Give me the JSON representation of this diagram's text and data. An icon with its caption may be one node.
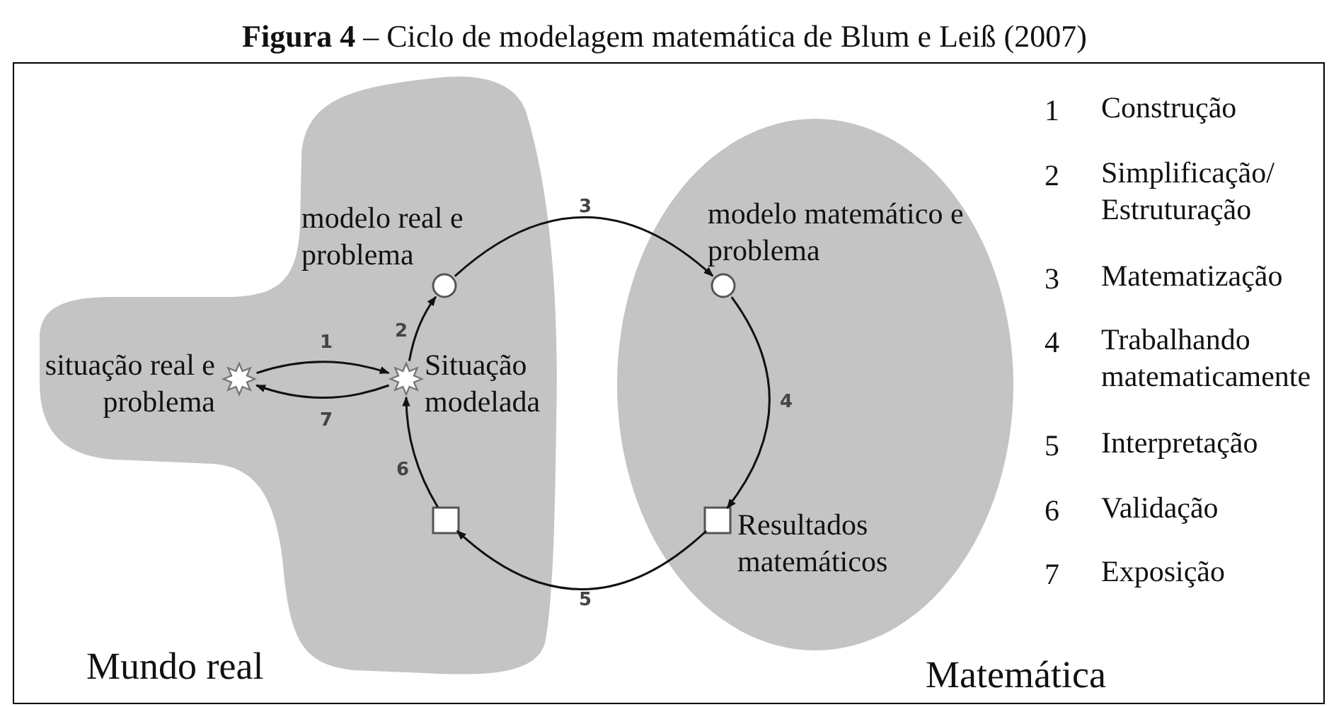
{
  "diagram": {
    "title": "**Figura 4** – Ciclo de modelagem matemática de Blum e Leiß (2007)",
    "nodes": [
      {
        "text": [
          "Mundo real"
        ]
      },
      {
        "text": [
          "Matemática"
        ]
      },
      {
        "text": [],
        "shape": "star",
        "in": 0,
        "beside": [
          "situação real e problema"
        ]
      },
      {
        "text": [],
        "shape": "star",
        "in": 0,
        "beside": [
          "Situação modelada"
        ]
      },
      {
        "text": [],
        "shape": "circle",
        "in": 0,
        "beside": [
          "modelo real e problema"
        ]
      },
      {
        "text": [],
        "shape": "circle",
        "in": 1,
        "beside": [
          "modelo matemático e problema"
        ]
      },
      {
        "text": [],
        "shape": "box",
        "in": 1,
        "beside": [
          "Resultados matemáticos"
        ]
      },
      {
        "text": [],
        "shape": "box",
        "in": 0
      }
    ],
    "edges": [
      {
        "from": 2,
        "to": 3,
        "arrow": "to",
        "label": "1"
      },
      {
        "from": 3,
        "to": 4,
        "arrow": "to",
        "label": "2"
      },
      {
        "from": 4,
        "to": 5,
        "arrow": "to",
        "label": "3"
      },
      {
        "from": 5,
        "to": 6,
        "arrow": "to",
        "label": "4"
      },
      {
        "from": 6,
        "to": 7,
        "arrow": "to",
        "label": "5"
      },
      {
        "from": 7,
        "to": 3,
        "arrow": "to",
        "label": "6"
      },
      {
        "from": 3,
        "to": 2,
        "arrow": "to",
        "label": "7"
      }
    ],
    "labels": [
      "1",
      "Construção",
      "2",
      "Simplificação/ Estruturação",
      "3",
      "Matematização",
      "4",
      "Trabalhando matematicamente",
      "5",
      "Interpretação",
      "6",
      "Validação",
      "7",
      "Exposição"
    ]
  }
}
